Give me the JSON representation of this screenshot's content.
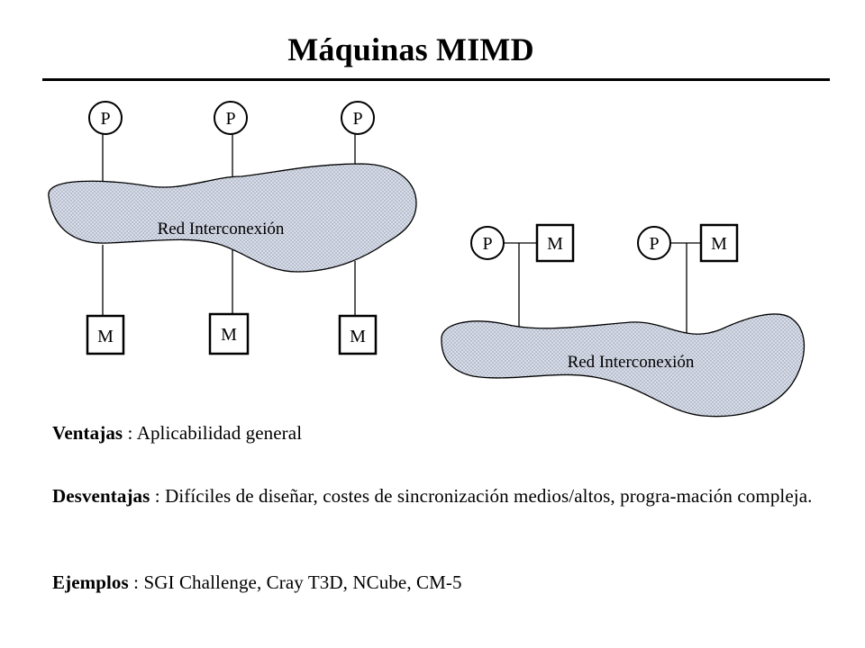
{
  "title": "Máquinas MIMD",
  "diagram_left": {
    "processors": [
      "P",
      "P",
      "P"
    ],
    "memories": [
      "M",
      "M",
      "M"
    ],
    "network_label": "Red Interconexión"
  },
  "diagram_right": {
    "nodes": [
      {
        "processor": "P",
        "memory": "M"
      },
      {
        "processor": "P",
        "memory": "M"
      }
    ],
    "network_label": "Red Interconexión"
  },
  "ventajas": {
    "term": "Ventajas",
    "separator": " : ",
    "text": "Aplicabilidad general"
  },
  "desventajas": {
    "term": "Desventajas",
    "separator": " : ",
    "text": "Difíciles de diseñar, costes de sincronización medios/altos, progra-mación compleja."
  },
  "ejemplos": {
    "term": "Ejemplos",
    "separator": " : ",
    "text": "SGI Challenge, Cray T3D, NCube, CM-5"
  },
  "colors": {
    "network_fill": "#d8dde8",
    "network_dots": "#8a92a8",
    "stroke": "#000000"
  }
}
